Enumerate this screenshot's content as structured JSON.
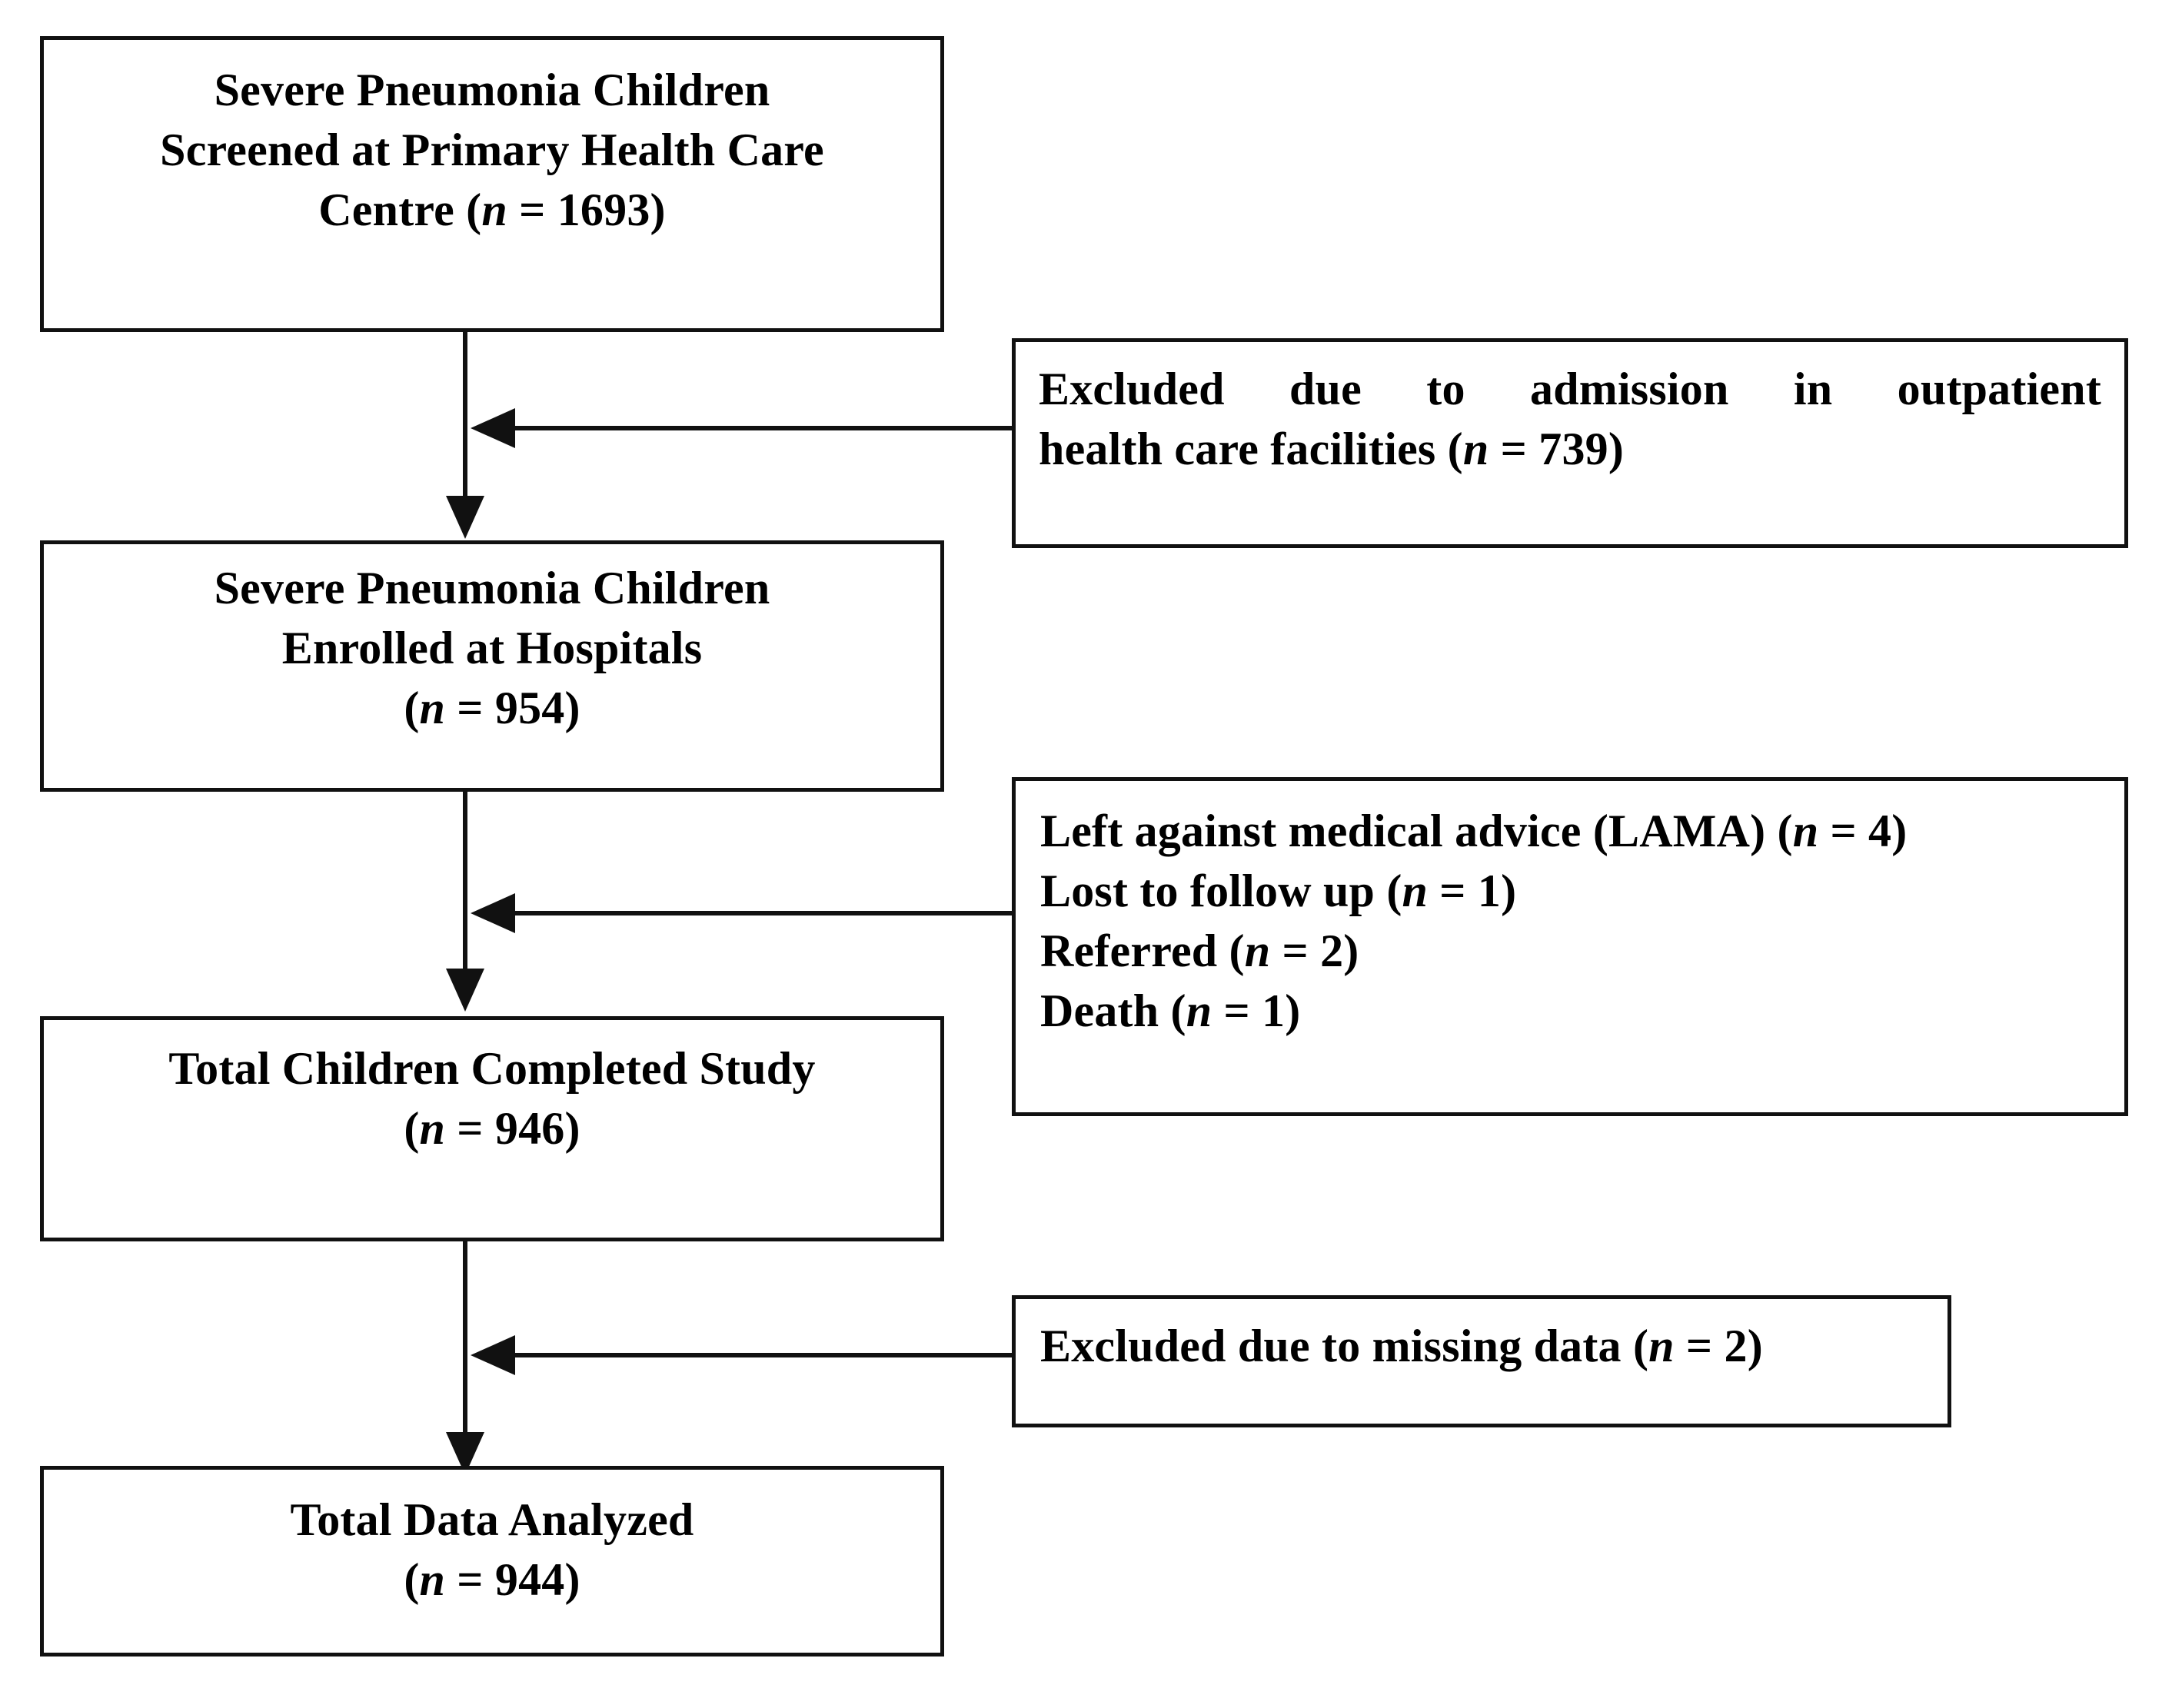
{
  "diagram": {
    "type": "study-flow-diagram",
    "title": "Severe Pneumonia Children Study Flow",
    "colors": {
      "stroke": "#111111",
      "background": "#ffffff",
      "text": "#000000"
    },
    "main_nodes": [
      {
        "id": "screened",
        "lines": [
          "Severe Pneumonia Children",
          "Screened at Primary Health Care",
          "Centre (",
          "n",
          " = 1693)"
        ],
        "line1": "Severe Pneumonia Children",
        "line2": "Screened at Primary Health Care",
        "line3_pre": "Centre (",
        "line3_var": "n",
        "line3_post": " = 1693)",
        "n_value": 1693,
        "align": "center"
      },
      {
        "id": "enrolled",
        "line1": "Severe Pneumonia Children",
        "line2": "Enrolled at Hospitals",
        "line3_pre": "(",
        "line3_var": "n",
        "line3_post": " = 954)",
        "n_value": 954,
        "align": "center"
      },
      {
        "id": "completed",
        "line1": "Total Children Completed Study",
        "line2_pre": "(",
        "line2_var": "n",
        "line2_post": " = 946)",
        "n_value": 946,
        "align": "center"
      },
      {
        "id": "analyzed",
        "line1": "Total Data Analyzed",
        "line2_pre": "(",
        "line2_var": "n",
        "line2_post": " = 944)",
        "n_value": 944,
        "align": "center"
      }
    ],
    "exclusion_nodes": [
      {
        "id": "excluded-outpatient",
        "line1": "Excluded  due  to  admission  in  outpatient",
        "line2_pre": "health care facilities (",
        "line2_var": "n",
        "line2_post": " = 739)",
        "n_value": 739,
        "align": "justify"
      },
      {
        "id": "excluded-attrition",
        "items": [
          {
            "pre": "Left against medical advice (LAMA) (",
            "var": "n",
            "post": " = 4)",
            "n_value": 4
          },
          {
            "pre": "Lost to follow up (",
            "var": "n",
            "post": " = 1)",
            "n_value": 1
          },
          {
            "pre": "Referred (",
            "var": "n",
            "post": " = 2)",
            "n_value": 2
          },
          {
            "pre": "Death (",
            "var": "n",
            "post": " = 1)",
            "n_value": 1
          }
        ],
        "align": "left"
      },
      {
        "id": "excluded-missing-data",
        "line1_pre": "Excluded due to missing data (",
        "line1_var": "n",
        "line1_post": " = 2)",
        "n_value": 2,
        "align": "left"
      }
    ],
    "connectors": [
      {
        "id": "screened-to-enrolled",
        "direction": "down"
      },
      {
        "id": "enrolled-to-completed",
        "direction": "down"
      },
      {
        "id": "completed-to-analyzed",
        "direction": "down"
      },
      {
        "id": "excluded-outpatient-to-flow",
        "direction": "left"
      },
      {
        "id": "excluded-attrition-to-flow",
        "direction": "left"
      },
      {
        "id": "excluded-missing-to-flow",
        "direction": "left"
      }
    ]
  }
}
